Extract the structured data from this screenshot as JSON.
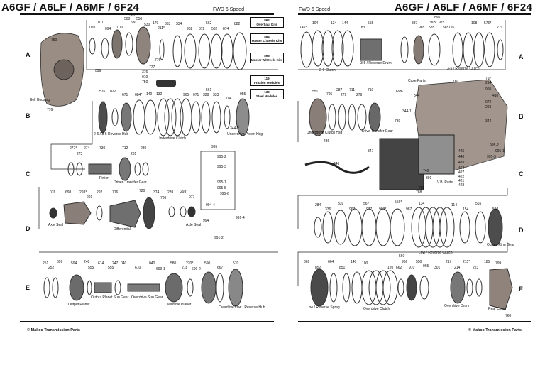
{
  "header": {
    "left_title": "A6GF / A6LF / A6MF / 6F24",
    "left_sub": "FWD 6 Speed",
    "right_title": "A6GF / A6LF / A6MF / 6F24",
    "right_sub": "FWD 6 Speed"
  },
  "kits": [
    {
      "num": "862",
      "label": "Overhaul Kits"
    },
    {
      "num": "884",
      "label": "Master L/Steels Kits"
    },
    {
      "num": "895",
      "label": "Master W/Steels Kits"
    },
    {
      "num": "119",
      "label": "Friction Modules"
    },
    {
      "num": "139",
      "label": "Steel Modules"
    }
  ],
  "rows": [
    "A",
    "B",
    "C",
    "D",
    "E"
  ],
  "labels": {
    "bell_housing": "Bell Housing",
    "reverse_hub": "2-6 / 3-5 Reverse Hub",
    "underdrive_clutch": "Underdrive Clutch",
    "underdrive_piston_hsg": "Underdrive Piston Hsg",
    "pinion": "Pinion",
    "driven_transfer_gear": "Driven Transfer Gear",
    "axle_seal_left": "Axle Seal",
    "differential": "Differential",
    "axle_seal_right": "Axle Seal",
    "output_planet": "Output Planet",
    "output_planet_sun_gear": "Output Planet Sun Gear",
    "overdrive_sun_gear": "Overdrive Sun Gear",
    "overdrive_planet": "Overdrive Planet",
    "od_low_reverse_hub": "Overdrive Low / Reverse Hub",
    "clutch_26": "2-6 Clutch",
    "drum_35_rev": "3-5 / Reverse Drum",
    "clutch_35_rev": "3-5 / Reverse Clutch",
    "case_parts": "Case Parts",
    "underdrive_clutch_hsg": "Underdrive Clutch Hsg",
    "drive_transfer_gear": "Drive Transfer Gear",
    "vb_parts": "V.B. Parts",
    "low_reverse_clutch": "Low / Reverse Clutch",
    "output_ring_gear": "Output Ring Gear",
    "low_reverse_spring": "Low / Reverse Sprag",
    "overdrive_clutch": "Overdrive Clutch",
    "overdrive_drum": "Overdrive Drum",
    "rear_cover": "Rear Cover"
  },
  "part_numbers": {
    "a_left": [
      "750",
      "070",
      "011",
      "094",
      "010",
      "530",
      "179",
      "211*",
      "333",
      "334",
      "902",
      "562",
      "872",
      "582",
      "874",
      "882",
      "560",
      "500",
      "550",
      "530",
      "776",
      "777",
      "376",
      "010",
      "750",
      "099"
    ],
    "a_right": [
      "145*",
      "104",
      "124",
      "144",
      "183",
      "555",
      "337",
      "965",
      "895",
      "905",
      "975",
      "126",
      "108",
      "576*",
      "219",
      "585",
      "565"
    ],
    "b_left": [
      "576",
      "022",
      "671",
      "684*",
      "140",
      "132",
      "965",
      "071",
      "328",
      "333",
      "561",
      "704",
      "955",
      "344-2"
    ],
    "b_right": [
      "551",
      "795",
      "287",
      "279",
      "711",
      "279",
      "710",
      "698-1",
      "344",
      "344-1",
      "760",
      "780",
      "797",
      "294",
      "410",
      "960",
      "072",
      "293",
      "344"
    ],
    "c_left": [
      "277*",
      "274",
      "273",
      "730",
      "712",
      "281",
      "280",
      "995",
      "995-2",
      "995-3",
      "995-1",
      "995-5",
      "995-6",
      "994-4"
    ],
    "c_right": [
      "436",
      "347",
      "446",
      "425",
      "440",
      "470",
      "468",
      "427",
      "422",
      "421",
      "423",
      "788",
      "785",
      "740",
      "301",
      "995-2",
      "995-1",
      "995-3"
    ],
    "d_left": [
      "076",
      "698",
      "293*",
      "291",
      "292",
      "716",
      "720",
      "374",
      "786",
      "289",
      "293*",
      "077",
      "994",
      "991-4",
      "991-2"
    ],
    "d_right": [
      "284",
      "336",
      "339",
      "567",
      "977",
      "993*",
      "967",
      "556*",
      "987",
      "134",
      "114",
      "154",
      "565",
      "594"
    ],
    "e_left": [
      "251",
      "252",
      "699",
      "594",
      "248",
      "555",
      "614",
      "247",
      "555",
      "040",
      "610",
      "040",
      "699-1",
      "580",
      "218",
      "220*",
      "699-2",
      "590",
      "667",
      "570"
    ],
    "e_right": [
      "669",
      "852",
      "664",
      "851*",
      "140",
      "100",
      "560",
      "120",
      "662",
      "966",
      "970",
      "550",
      "965",
      "301",
      "217",
      "214",
      "215*",
      "223",
      "185",
      "799",
      "760"
    ]
  },
  "footer": {
    "left": "© Makco Transmission Parts",
    "right": "© Makco Transmission Parts"
  }
}
